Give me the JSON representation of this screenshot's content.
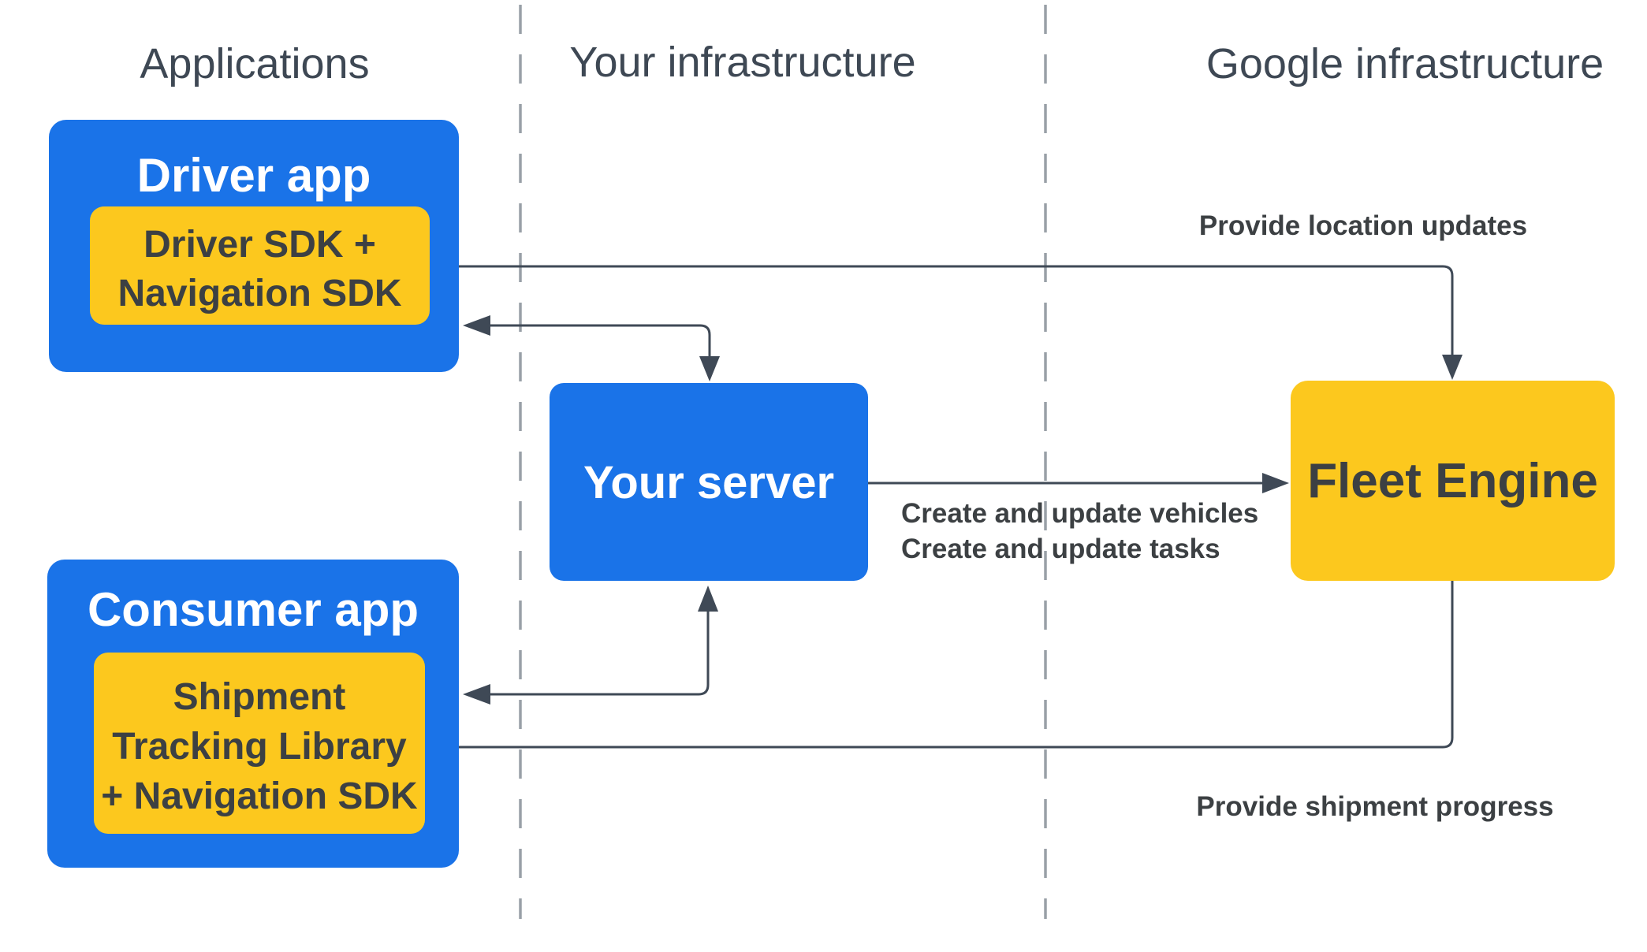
{
  "columns": [
    {
      "label": "Applications"
    },
    {
      "label": "Your infrastructure"
    },
    {
      "label": "Google infrastructure"
    }
  ],
  "nodes": {
    "driver_app": {
      "title": "Driver app"
    },
    "driver_sdk": {
      "lines": [
        "Driver SDK +",
        "Navigation SDK"
      ]
    },
    "consumer_app": {
      "title": "Consumer app"
    },
    "consumer_sdk": {
      "lines": [
        "Shipment",
        "Tracking Library",
        "+ Navigation SDK"
      ]
    },
    "your_server": {
      "title": "Your server"
    },
    "fleet_engine": {
      "title": "Fleet Engine"
    }
  },
  "edges": {
    "location_updates": {
      "label": "Provide location updates"
    },
    "create_update": {
      "lines": [
        "Create and update vehicles",
        "Create and update tasks"
      ]
    },
    "shipment_progress": {
      "label": "Provide shipment progress"
    }
  },
  "colors": {
    "blue": "#1a73e8",
    "yellow": "#fcc81e",
    "ink": "#3c4043",
    "header": "#3e4854",
    "line": "#3f4956",
    "dash": "#99a0a7",
    "background": "#ffffff"
  }
}
